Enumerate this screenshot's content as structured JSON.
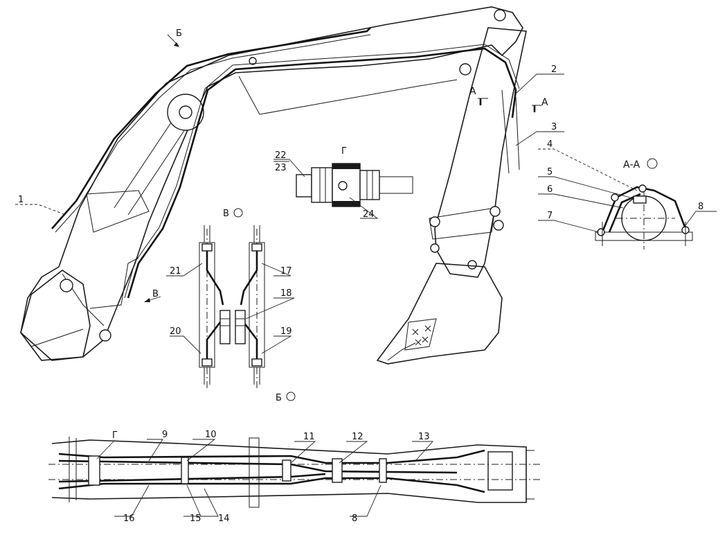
{
  "callouts": [
    "1",
    "2",
    "3",
    "4",
    "5",
    "6",
    "7",
    "8",
    "9",
    "10",
    "11",
    "12",
    "13",
    "14",
    "15",
    "16",
    "17",
    "18",
    "19",
    "20",
    "21",
    "22",
    "23",
    "24"
  ],
  "views": {
    "section_a": "А-А",
    "view_b": "В",
    "view_bb": "Б",
    "view_g": "Г",
    "cut_a": "А"
  }
}
